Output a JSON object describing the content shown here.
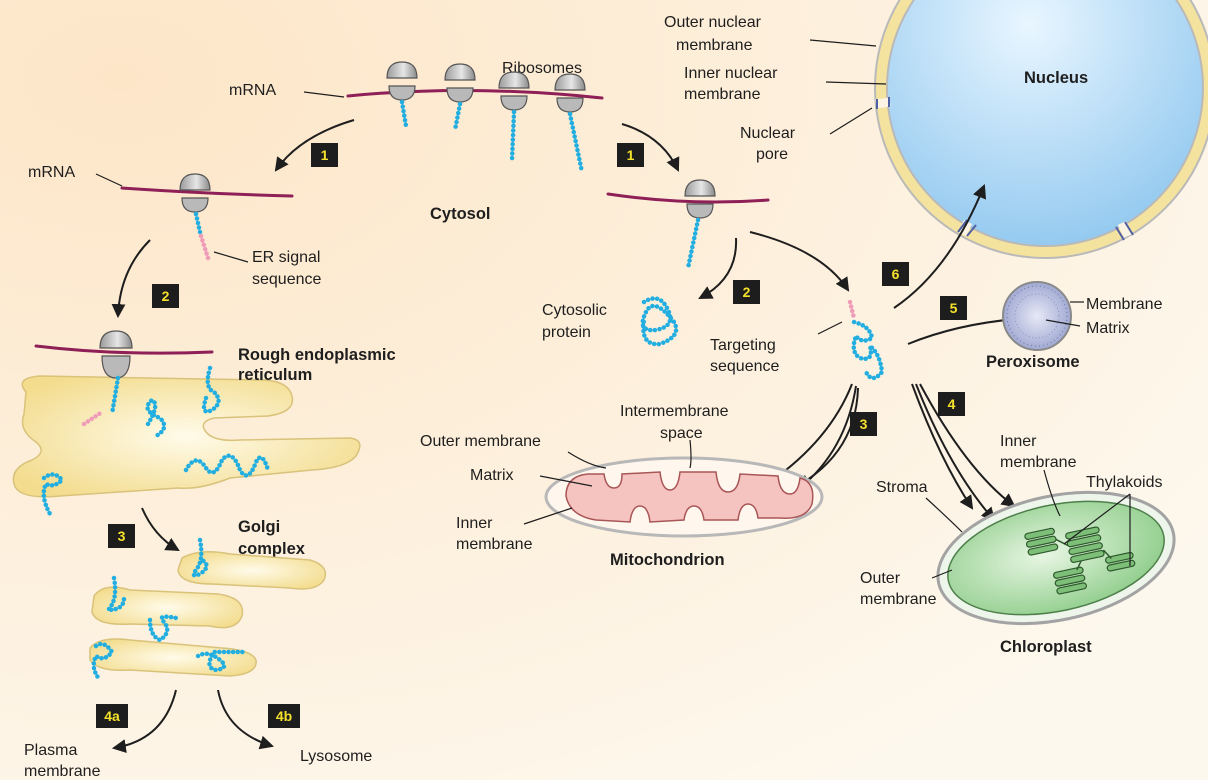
{
  "labels": {
    "mrna_top": "mRNA",
    "ribosomes": "Ribosomes",
    "mrna_left": "mRNA",
    "cytosol": "Cytosol",
    "er_signal_1": "ER signal",
    "er_signal_2": "sequence",
    "rough_er_1": "Rough endoplasmic",
    "rough_er_2": "reticulum",
    "golgi_1": "Golgi",
    "golgi_2": "complex",
    "plasma_1": "Plasma",
    "plasma_2": "membrane",
    "lysosome": "Lysosome",
    "cytosolic_1": "Cytosolic",
    "cytosolic_2": "protein",
    "targeting_1": "Targeting",
    "targeting_2": "sequence",
    "outer_nuclear_1": "Outer nuclear",
    "outer_nuclear_2": "membrane",
    "inner_nuclear_1": "Inner nuclear",
    "inner_nuclear_2": "membrane",
    "nuclear_pore_1": "Nuclear",
    "nuclear_pore_2": "pore",
    "nucleus": "Nucleus",
    "membrane": "Membrane",
    "matrix_perox": "Matrix",
    "peroxisome": "Peroxisome",
    "intermembrane_1": "Intermembrane",
    "intermembrane_2": "space",
    "outer_membrane_mito": "Outer membrane",
    "matrix_mito": "Matrix",
    "inner_mito_1": "Inner",
    "inner_mito_2": "membrane",
    "mitochondrion": "Mitochondrion",
    "inner_chloro_1": "Inner",
    "inner_chloro_2": "membrane",
    "stroma": "Stroma",
    "thylakoids": "Thylakoids",
    "outer_chloro_1": "Outer",
    "outer_chloro_2": "membrane",
    "chloroplast": "Chloroplast"
  },
  "steps": {
    "top_left": "1",
    "top_right": "1",
    "er": "2",
    "cyto": "2",
    "golgi": "3",
    "mito": "3",
    "chloro": "4",
    "plasma": "4a",
    "lysosome": "4b",
    "perox": "5",
    "nucleus": "6"
  },
  "colors": {
    "background": "#fbf3e3",
    "mrna": "#8e1f57",
    "polypeptide": "#22aee0",
    "signal_sequence": "#ef9cb8",
    "step_box": "#1d1d1d",
    "step_text": "#f5e12b",
    "er_golgi": "#f6e6a4",
    "nucleus": "#a8d4f4",
    "mitochondrion_matrix": "#f7c6c0",
    "chloroplast": "#a9d8a4",
    "peroxisome": "#b9bfdd"
  }
}
